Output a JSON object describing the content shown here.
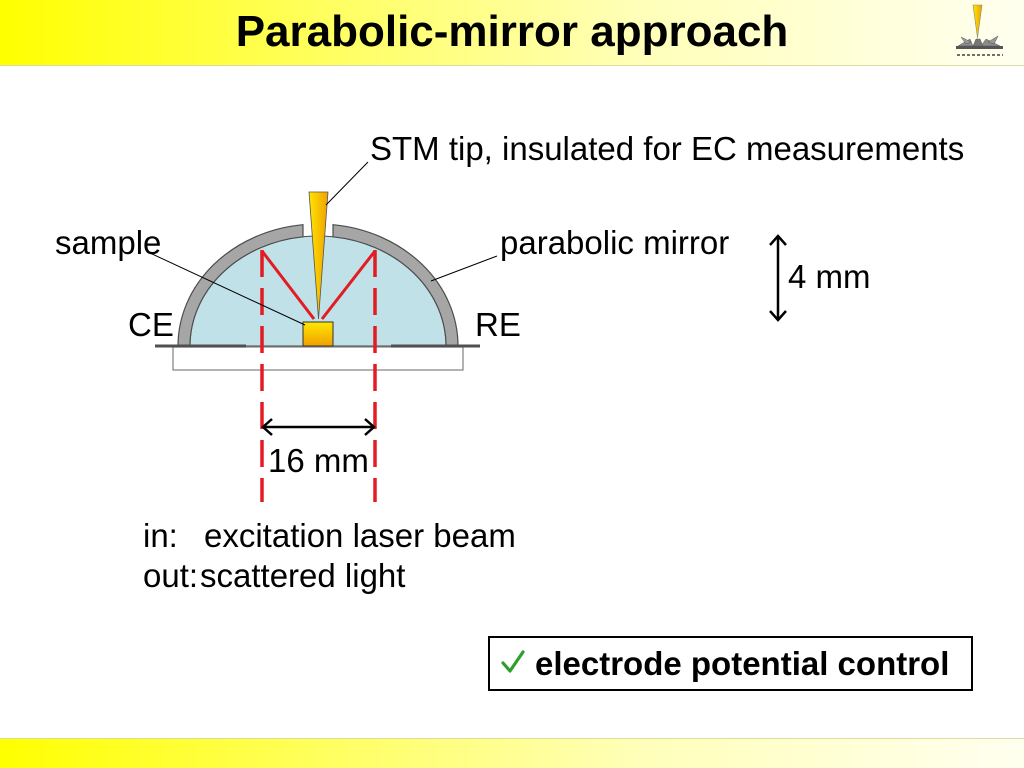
{
  "slide": {
    "title": "Parabolic-mirror approach"
  },
  "icons": {
    "logo": "stm-logo-icon",
    "check": "checkmark-icon"
  },
  "colors": {
    "header_yellow": "#ffff00",
    "beam_red": "#e31b23",
    "mirror_gray": "#a6a6a6",
    "mirror_interior": "#bfe1e7",
    "tip_yellow": "#ffe600",
    "tip_orange": "#f0a000",
    "check_green": "#2e9e2e"
  },
  "diagram": {
    "labels": {
      "stm_tip": "STM tip, insulated for EC measurements",
      "sample": "sample",
      "parabolic_mirror": "parabolic mirror",
      "counter_electrode": "CE",
      "reference_electrode": "RE",
      "beam_spacing": "16 mm",
      "mirror_height": "4 mm"
    },
    "beams": [
      {
        "direction": "in:",
        "description": "excitation laser beam"
      },
      {
        "direction": "out:",
        "description": "scattered light"
      }
    ]
  },
  "callout": {
    "text": "electrode potential control"
  }
}
